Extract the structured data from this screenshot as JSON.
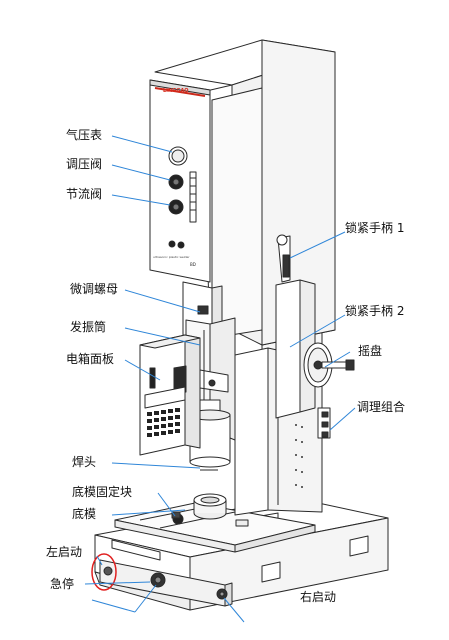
{
  "machine": {
    "brand": "LINGGAO",
    "panel_model_text": "ultrasonic plastic welder",
    "panel_tag": "BD"
  },
  "labels": {
    "air_gauge": "气压表",
    "pressure_valve": "调压阀",
    "throttle_valve": "节流阀",
    "fine_nut": "微调螺母",
    "oscillator": "发振筒",
    "control_panel": "电箱面板",
    "horn": "焊头",
    "fixture_block": "底模固定块",
    "bottom_mold": "底模",
    "left_start": "左启动",
    "emergency_stop": "急停",
    "right_start": "右启动",
    "lock_handle_1": "锁紧手柄 1",
    "lock_handle_2": "锁紧手柄 2",
    "handwheel": "摇盘",
    "adjust_assembly": "调理组合"
  },
  "colors": {
    "leader": "#2f86d8",
    "outline": "#2a2a2a",
    "highlight": "#e02020",
    "brand": "#d92a1c"
  }
}
